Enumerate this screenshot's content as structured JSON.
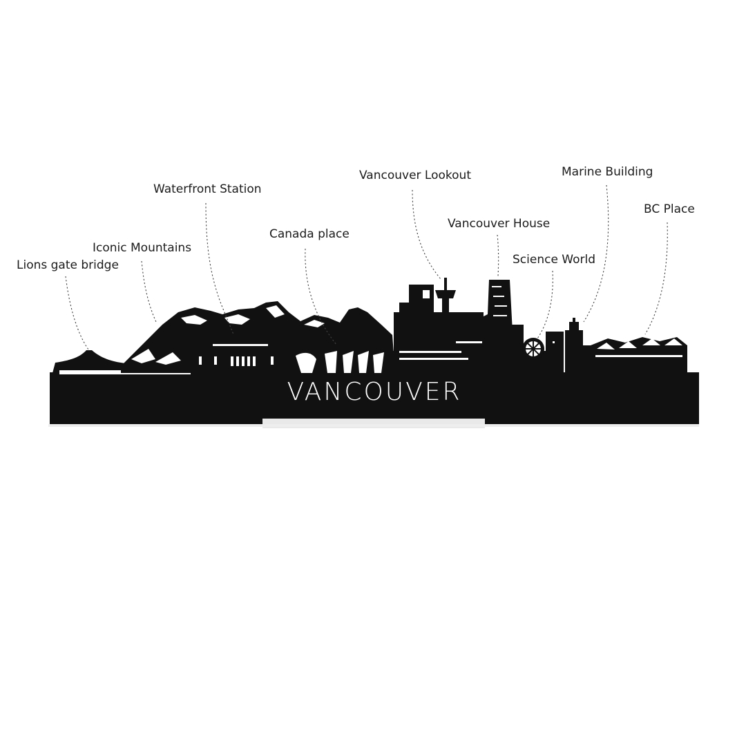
{
  "title": "VANCOUVER",
  "colors": {
    "silhouette": "#111111",
    "background": "#ffffff",
    "stand": "#e9e9e9",
    "leader": "#444444"
  },
  "callouts": [
    {
      "id": "lions-gate-bridge",
      "label": "Lions gate bridge"
    },
    {
      "id": "iconic-mountains",
      "label": "Iconic Mountains"
    },
    {
      "id": "waterfront-station",
      "label": "Waterfront Station"
    },
    {
      "id": "canada-place",
      "label": "Canada place"
    },
    {
      "id": "vancouver-lookout",
      "label": "Vancouver Lookout"
    },
    {
      "id": "vancouver-house",
      "label": "Vancouver House"
    },
    {
      "id": "science-world",
      "label": "Science World"
    },
    {
      "id": "marine-building",
      "label": "Marine Building"
    },
    {
      "id": "bc-place",
      "label": "BC Place"
    }
  ]
}
